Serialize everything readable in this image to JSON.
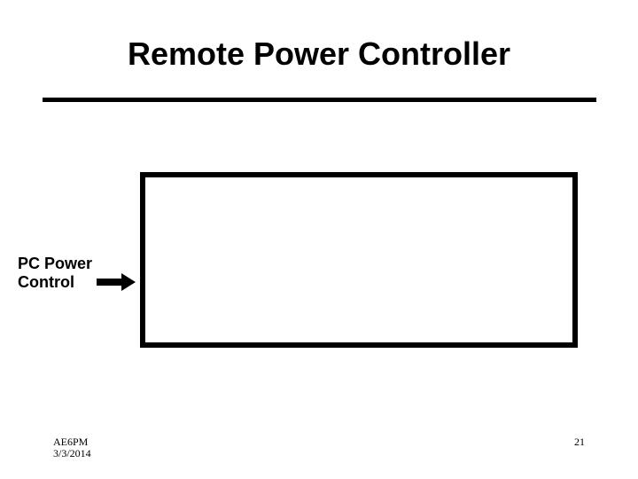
{
  "slide": {
    "title": "Remote Power Controller",
    "diagram": {
      "box_label": "",
      "side_label": {
        "line1": "PC Power",
        "line2": "Control"
      },
      "arrow": {
        "name": "right-block-arrow",
        "direction": "right"
      }
    },
    "footer": {
      "author": "AE6PM",
      "date": "3/3/2014",
      "page_number": "21"
    },
    "colors": {
      "background": "#ffffff",
      "foreground": "#000000"
    }
  }
}
